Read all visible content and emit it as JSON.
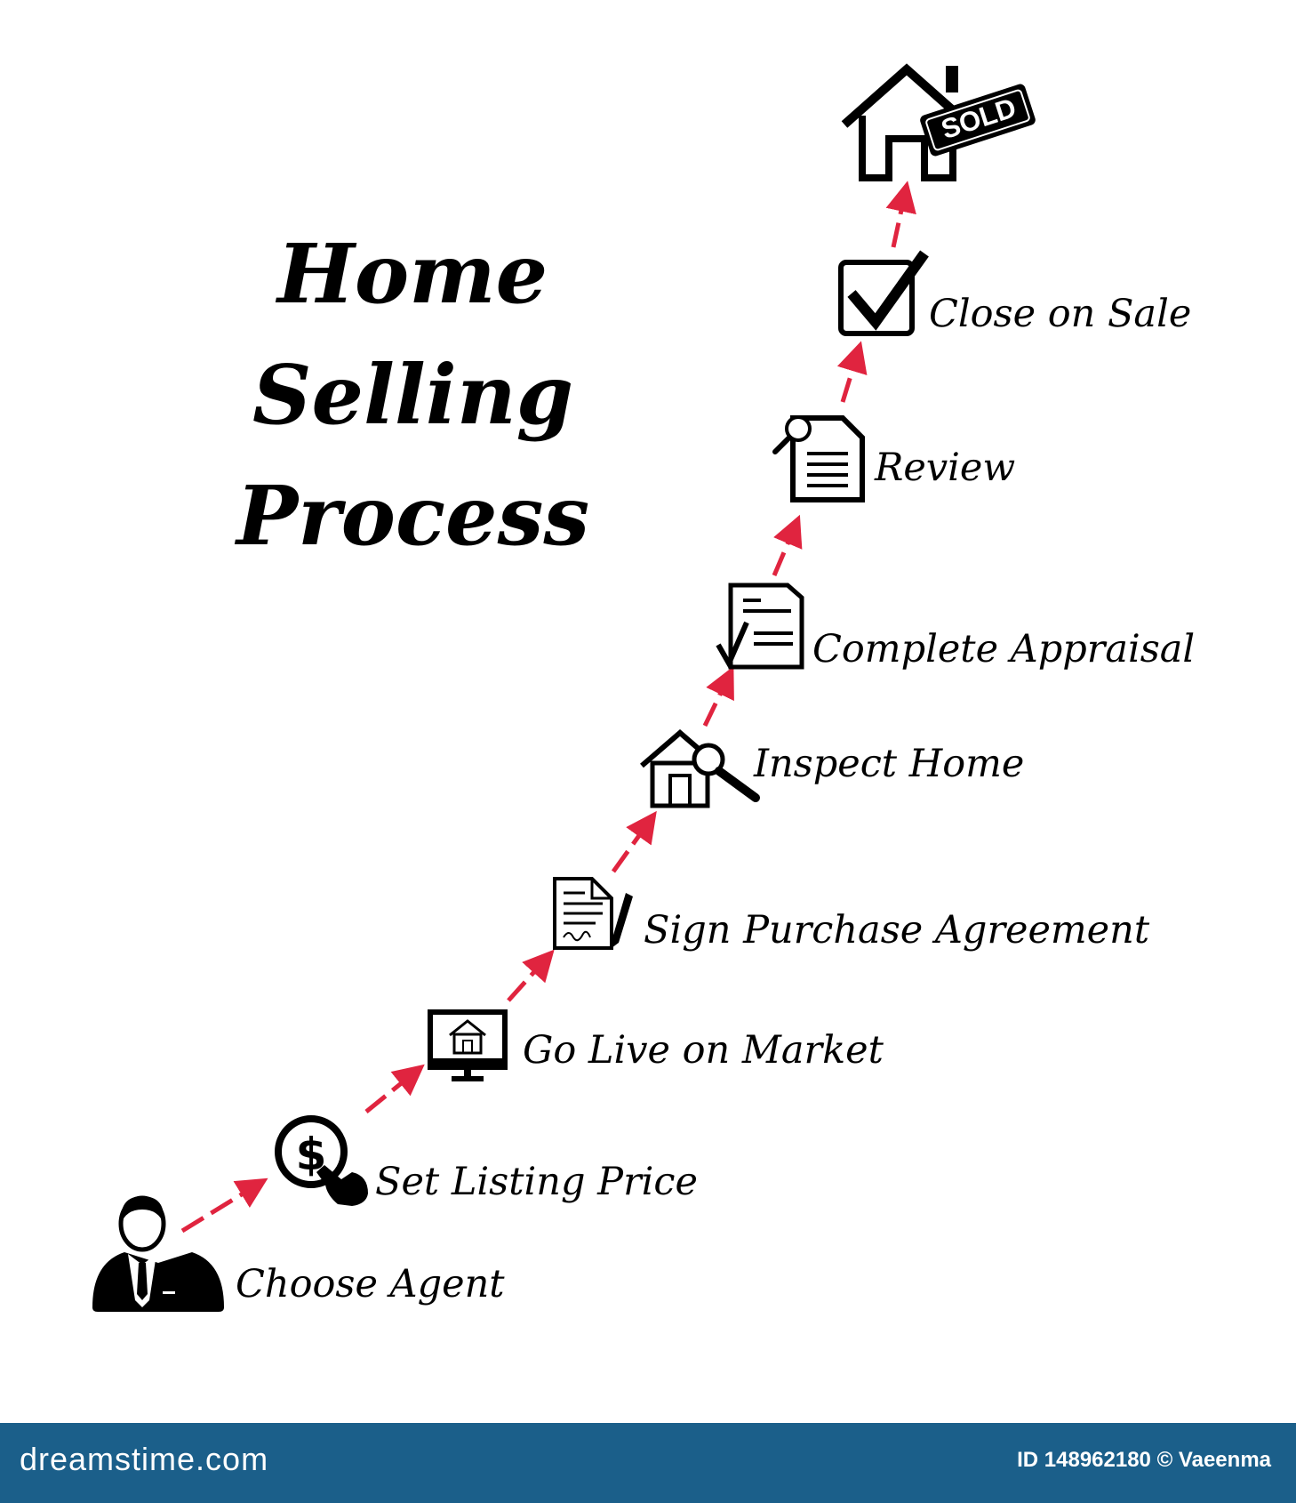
{
  "title": {
    "lines": [
      "Home",
      "Selling",
      "Process"
    ]
  },
  "steps": [
    {
      "label": "Choose Agent",
      "icon": "agent-icon"
    },
    {
      "label": "Set Listing Price",
      "icon": "price-icon"
    },
    {
      "label": "Go Live on Market",
      "icon": "monitor-house-icon"
    },
    {
      "label": "Sign Purchase Agreement",
      "icon": "signed-document-icon"
    },
    {
      "label": "Inspect Home",
      "icon": "house-magnifier-icon"
    },
    {
      "label": "Complete Appraisal",
      "icon": "checked-document-icon"
    },
    {
      "label": "Review",
      "icon": "document-magnifier-icon"
    },
    {
      "label": "Close on Sale",
      "icon": "checkbox-icon"
    }
  ],
  "final": {
    "icon": "sold-house-icon",
    "sign_text": "SOLD"
  },
  "arrow_color": "#e0243f",
  "footer": {
    "brand": "dreamstime.com",
    "credit": "ID 148962180 © Vaeenma",
    "color": "#1b5f8a"
  }
}
